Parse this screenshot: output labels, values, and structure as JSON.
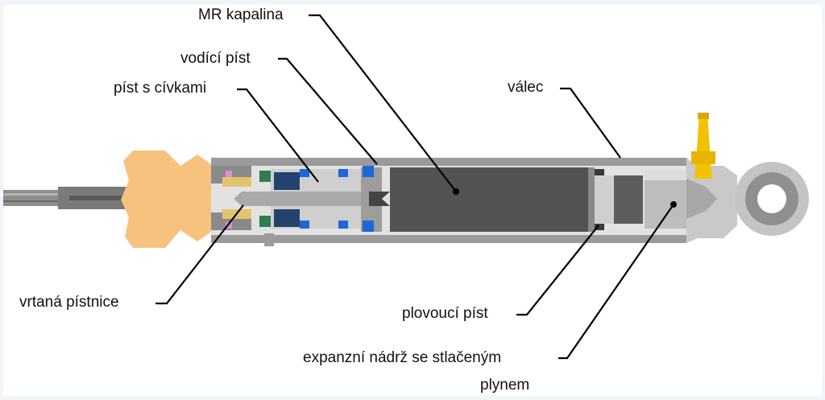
{
  "labels": {
    "mr_fluid": "MR kapalina",
    "guide_piston": "vodící píst",
    "coil_piston": "píst s cívkami",
    "cylinder": "válec",
    "hollow_rod": "vrtaná pístnice",
    "floating_piston": "plovoucí píst",
    "gas_reservoir_line1": "expanzní nádrž se stlačeným",
    "gas_reservoir_line2": "plynem"
  },
  "colors": {
    "background": "#f2f5fa",
    "body_grey": "#8a8a8a",
    "light_grey": "#c9c9c9",
    "dark_grey": "#555555",
    "bumper_orange": "#f7c27e",
    "valve_yellow": "#f2c200",
    "coil_blue": "#1f66d6",
    "seal_pink": "#e28ad6",
    "leader_line": "#000000"
  }
}
